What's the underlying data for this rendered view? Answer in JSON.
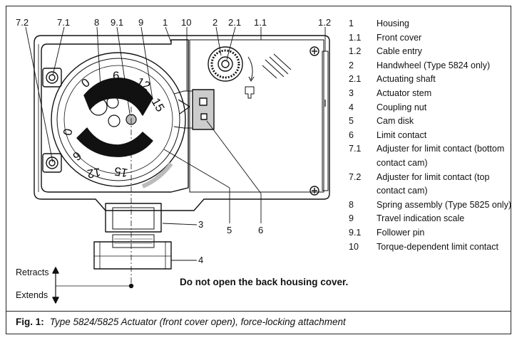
{
  "callouts": [
    "7.2",
    "7.1",
    "8",
    "9.1",
    "9",
    "1",
    "10",
    "2",
    "2.1",
    "1.1",
    "1.2",
    "3",
    "4",
    "5",
    "6"
  ],
  "scale_labels": [
    "0",
    "6",
    "12",
    "15",
    "0",
    "6",
    "12",
    "15"
  ],
  "legend": [
    {
      "num": "1",
      "text": "Housing"
    },
    {
      "num": "1.1",
      "text": "Front cover"
    },
    {
      "num": "1.2",
      "text": "Cable entry"
    },
    {
      "num": "2",
      "text": "Handwheel (Type 5824 only)"
    },
    {
      "num": "2.1",
      "text": "Actuating shaft"
    },
    {
      "num": "3",
      "text": "Actuator stem"
    },
    {
      "num": "4",
      "text": "Coupling nut"
    },
    {
      "num": "5",
      "text": "Cam disk"
    },
    {
      "num": "6",
      "text": "Limit contact"
    },
    {
      "num": "7.1",
      "text": "Adjuster for limit contact (bottom contact cam)"
    },
    {
      "num": "7.2",
      "text": "Adjuster for limit contact (top contact cam)"
    },
    {
      "num": "8",
      "text": "Spring assembly (Type 5825 only)"
    },
    {
      "num": "9",
      "text": "Travel indication scale"
    },
    {
      "num": "9.1",
      "text": "Follower pin"
    },
    {
      "num": "10",
      "text": "Torque-dependent limit contact"
    }
  ],
  "directions": {
    "retracts": "Retracts",
    "extends": "Extends"
  },
  "warning": "Do not open the back housing cover.",
  "caption": {
    "label": "Fig. 1:",
    "text": "Type 5824/5825 Actuator (front cover open), force-locking attachment"
  }
}
